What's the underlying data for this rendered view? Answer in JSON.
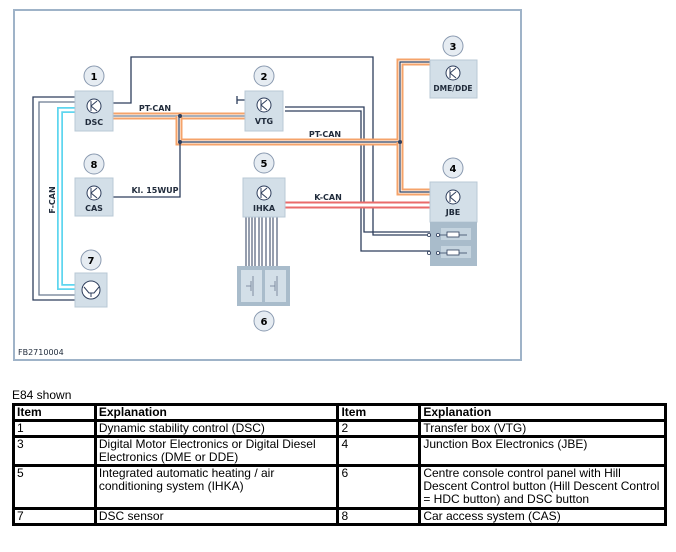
{
  "diagram": {
    "figure_id": "FB2710004",
    "colors": {
      "frame": "#9fb3c8",
      "module_fill": "#d3dfe8",
      "module_dark": "#a9bccb",
      "wire_dark": "#2e3e5c",
      "wire_gray": "#8a96a6",
      "pt_can": "#f5a36a",
      "k_can": "#ea6a6a",
      "f_can": "#5fd6ef"
    },
    "modules": [
      {
        "id": "1",
        "label": "DSC"
      },
      {
        "id": "2",
        "label": "VTG"
      },
      {
        "id": "3",
        "label": "DME/DDE"
      },
      {
        "id": "4",
        "label": "JBE"
      },
      {
        "id": "5",
        "label": "IHKA"
      },
      {
        "id": "6",
        "label": ""
      },
      {
        "id": "7",
        "label": ""
      },
      {
        "id": "8",
        "label": "CAS"
      }
    ],
    "bus_labels": {
      "pt_can_1": "PT-CAN",
      "pt_can_2": "PT-CAN",
      "k_can": "K-CAN",
      "f_can": "F-CAN",
      "kl15": "Kl. 15WUP"
    }
  },
  "caption": "E84 shown",
  "legend": {
    "headers": [
      "Item",
      "Explanation",
      "Item",
      "Explanation"
    ],
    "rows": [
      [
        "1",
        "Dynamic stability control (DSC)",
        "2",
        "Transfer box (VTG)"
      ],
      [
        "3",
        "Digital Motor Electronics or Digital Diesel Electronics (DME or DDE)",
        "4",
        "Junction Box Electronics (JBE)"
      ],
      [
        "5",
        "Integrated automatic heating / air conditioning system (IHKA)",
        "6",
        "Centre console control panel with Hill Descent Control button (Hill Descent Control = HDC button) and DSC button"
      ],
      [
        "7",
        "DSC sensor",
        "8",
        "Car access system (CAS)"
      ]
    ]
  }
}
